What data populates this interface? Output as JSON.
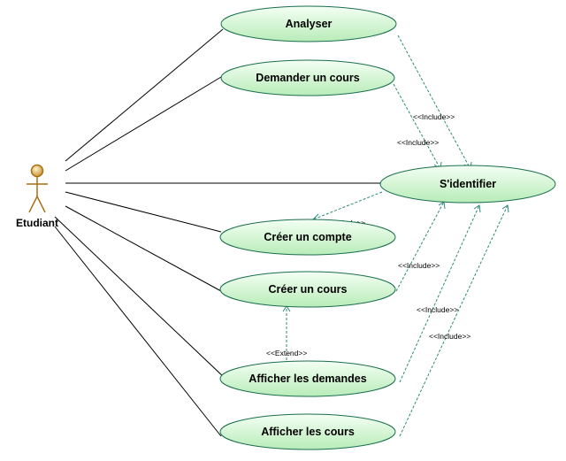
{
  "actor": {
    "name": "Etudiant"
  },
  "use_cases": {
    "analyser": "Analyser",
    "demander_cours": "Demander un cours",
    "identifier": "S'identifier",
    "creer_compte": "Créer un compte",
    "creer_cours": "Créer un cours",
    "afficher_demandes": "Afficher les demandes",
    "afficher_cours": "Afficher les cours"
  },
  "relations": {
    "include": "<<Include>>",
    "extend": "<<Extend>>"
  },
  "colors": {
    "usecase_fill_light": "#f4fff4",
    "usecase_fill_dark": "#b8ecb8",
    "usecase_stroke": "#1a6e4e",
    "dependency": "#2a8a7a",
    "association": "#000000",
    "actor_fill": "#e8b04a"
  }
}
